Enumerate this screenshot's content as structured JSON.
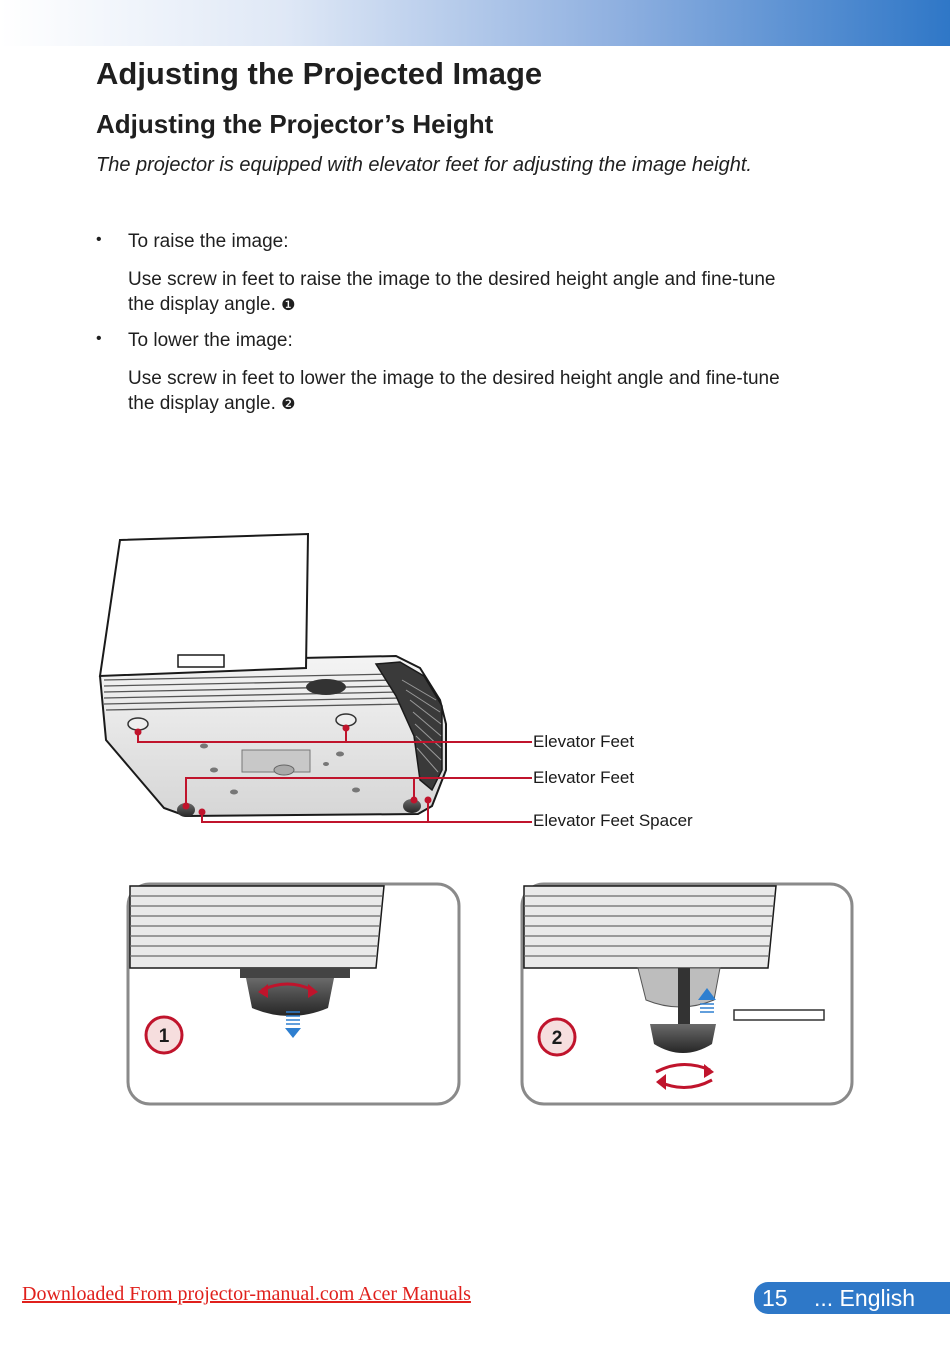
{
  "header": {
    "title": "Adjusting the Projected Image",
    "subtitle": "Adjusting the Projector’s Height",
    "intro": "The projector is equipped with elevator feet for adjusting the image height."
  },
  "bullets": [
    {
      "marker": "•",
      "label": "To raise the image:",
      "line1": "Use screw in feet to raise the image to the desired height angle and fine-tune",
      "line2": "the display angle.",
      "ref": "❶"
    },
    {
      "marker": "•",
      "label": "To lower the image:",
      "line1": "Use screw in feet to lower the image to the desired height angle and fine-tune",
      "line2": "the display angle.",
      "ref": "❷"
    }
  ],
  "figure": {
    "callouts": [
      "Elevator Feet",
      "Elevator Feet",
      "Elevator Feet Spacer"
    ],
    "step1_label": "1",
    "step2_label": "2",
    "accent_color": "#c0142c",
    "arrow_color": "#2e7fd0"
  },
  "footer": {
    "download_text": "Downloaded From projector-manual.com Acer Manuals",
    "page_number": "15",
    "language": "... English"
  }
}
